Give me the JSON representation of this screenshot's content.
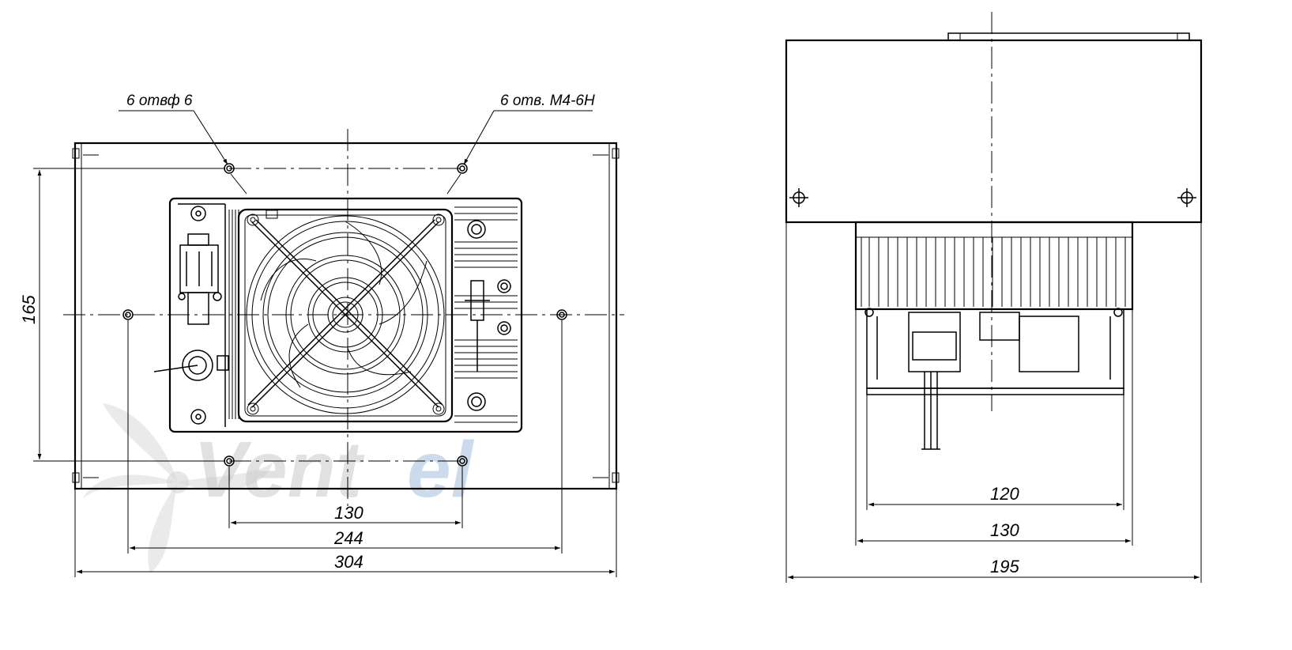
{
  "front_view": {
    "notes": {
      "holes_left": "6 отвф 6",
      "holes_right": "6 отв. М4-6Н"
    },
    "dimensions": {
      "height_165": "165",
      "width_130": "130",
      "width_244": "244",
      "width_304": "304"
    }
  },
  "side_view": {
    "dimensions": {
      "width_120": "120",
      "width_130": "130",
      "width_195": "195"
    }
  },
  "watermark": {
    "part1": "Vent",
    "part2": "el",
    "logo_icon": "fan-propeller-logo",
    "colors": {
      "gray": "#c9c9c9",
      "blue": "#a9c4de"
    }
  }
}
